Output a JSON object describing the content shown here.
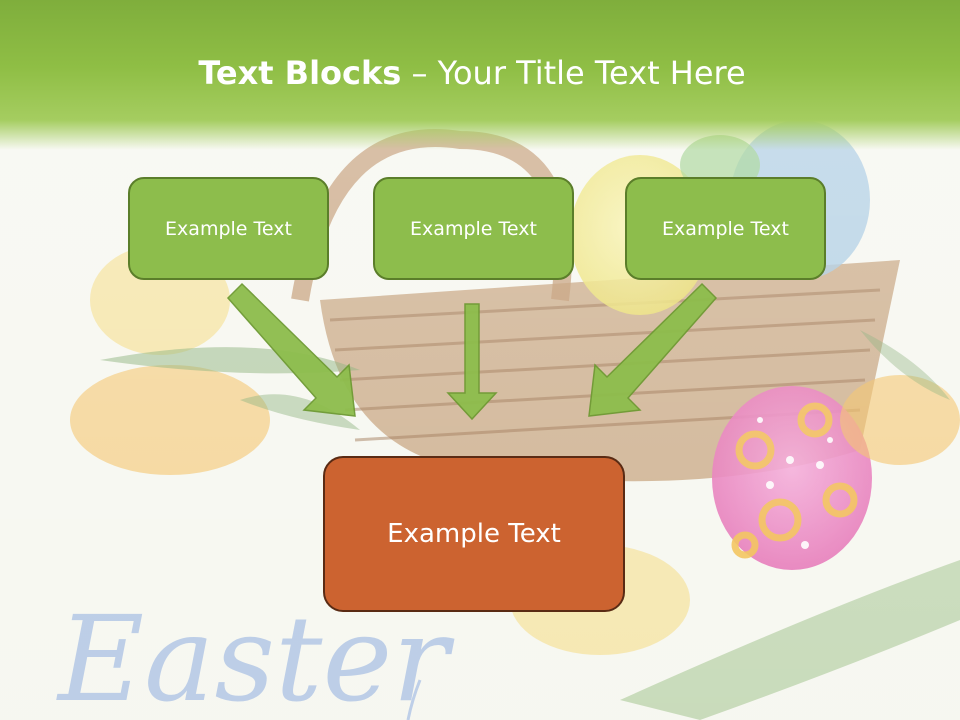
{
  "slide": {
    "title_bold": "Text Blocks",
    "title_sep": " – ",
    "title_rest": "Your Title Text Here",
    "background_word": "Easter"
  },
  "blocks": {
    "top": [
      {
        "label": "Example Text"
      },
      {
        "label": "Example Text"
      },
      {
        "label": "Example Text"
      }
    ],
    "bottom": {
      "label": "Example Text"
    }
  },
  "colors": {
    "header_green": "#8fbe45",
    "box_green": "#8dbd4c",
    "box_orange": "#cc6330",
    "arrow_green": "#8dbd4c"
  }
}
